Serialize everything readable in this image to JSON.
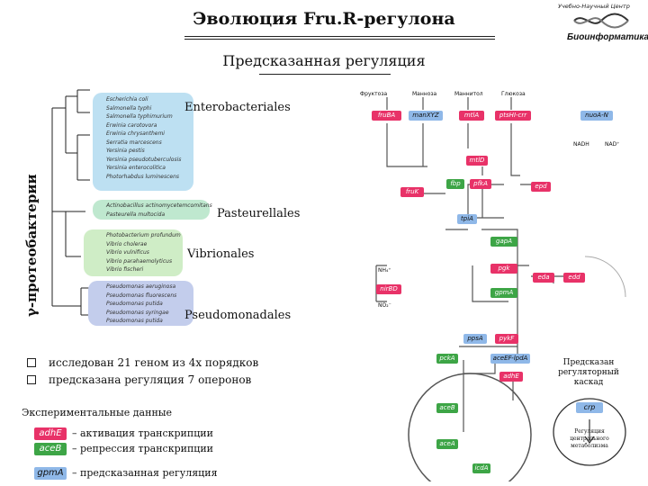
{
  "title": "Эволюция Fru.R-регулона",
  "subtitle": "Предсказанная регуляция",
  "logo": {
    "top_text": "Учебно-Научный Центр",
    "name": "Биоинформатика"
  },
  "side_label": "γ-протеобактерии",
  "groups": [
    {
      "order": "Enterobacteriales",
      "color": "#bde0f2",
      "species": [
        "Escherichia coli",
        "Salmonella typhi",
        "Salmonella typhimurium",
        "Erwinia carotovora",
        "Erwinia chrysanthemi",
        "Serratia marcescens",
        "Yersinia pestis",
        "Yersinia pseudotuberculosis",
        "Yersinia enterocolitica",
        "Photorhabdus luminescens"
      ]
    },
    {
      "order": "Pasteurellales",
      "color": "#bfe8cf",
      "species": [
        "Actinobacillus actinomycetemcomitans",
        "Pasteurella multocida"
      ]
    },
    {
      "order": "Vibrionales",
      "color": "#cfedc6",
      "species": [
        "Photobacterium profundum",
        "Vibrio cholerae",
        "Vibrio vulnificus",
        "Vibrio parahaemolyticus",
        "Vibrio fischeri"
      ]
    },
    {
      "order": "Pseudomonadales",
      "color": "#c3cdec",
      "species": [
        "Pseudomonas aeruginosa",
        "Pseudomonas fluorescens",
        "Pseudomonas putida",
        "Pseudomonas syringae",
        "Pseudomonas putida"
      ]
    }
  ],
  "bullets": [
    "исследован 21 геном из 4х порядков",
    "предсказана регуляция 7 оперонов"
  ],
  "experimental": {
    "title": "Экспериментальные данные",
    "items": [
      {
        "gene": "adhE",
        "color": "red",
        "text": "– активация транскрипции"
      },
      {
        "gene": "aceB",
        "color": "green",
        "text": "– репрессия транскрипции"
      },
      {
        "gene": "gpmA",
        "color": "blue",
        "text": "– предсказанная регуляция"
      }
    ]
  },
  "pathway": {
    "substrates": [
      "Фруктоза",
      "Манноза",
      "Маннитол",
      "Глюкоза"
    ],
    "genes": [
      {
        "name": "fruBA",
        "color": "red"
      },
      {
        "name": "manXYZ",
        "color": "blue"
      },
      {
        "name": "mtlA",
        "color": "red"
      },
      {
        "name": "ptsHI-crr",
        "color": "red"
      },
      {
        "name": "nuoA-N",
        "color": "blue"
      },
      {
        "name": "mtlD",
        "color": "red"
      },
      {
        "name": "fbp",
        "color": "green"
      },
      {
        "name": "pfkA",
        "color": "red"
      },
      {
        "name": "fruK",
        "color": "red"
      },
      {
        "name": "epd",
        "color": "red"
      },
      {
        "name": "tpiA",
        "color": "blue"
      },
      {
        "name": "gapA",
        "color": "green"
      },
      {
        "name": "pgk",
        "color": "red"
      },
      {
        "name": "gpmA",
        "color": "green"
      },
      {
        "name": "eda",
        "color": "red"
      },
      {
        "name": "edd",
        "color": "red"
      },
      {
        "name": "nirBD",
        "color": "red"
      },
      {
        "name": "ppsA",
        "color": "blue"
      },
      {
        "name": "pykF",
        "color": "red"
      },
      {
        "name": "pckA",
        "color": "green"
      },
      {
        "name": "aceEF-lpdA",
        "color": "blue"
      },
      {
        "name": "adhE",
        "color": "red"
      },
      {
        "name": "aceB",
        "color": "green"
      },
      {
        "name": "aceA",
        "color": "green"
      },
      {
        "name": "icdA",
        "color": "green"
      }
    ],
    "labels": [
      "NADH",
      "NAD⁺",
      "NH₄⁺",
      "NO₂⁻"
    ]
  },
  "cascade": {
    "title": "Предсказан регуляторный каскад",
    "gene": "crp",
    "note": "Регуляция центрального метаболизма"
  }
}
